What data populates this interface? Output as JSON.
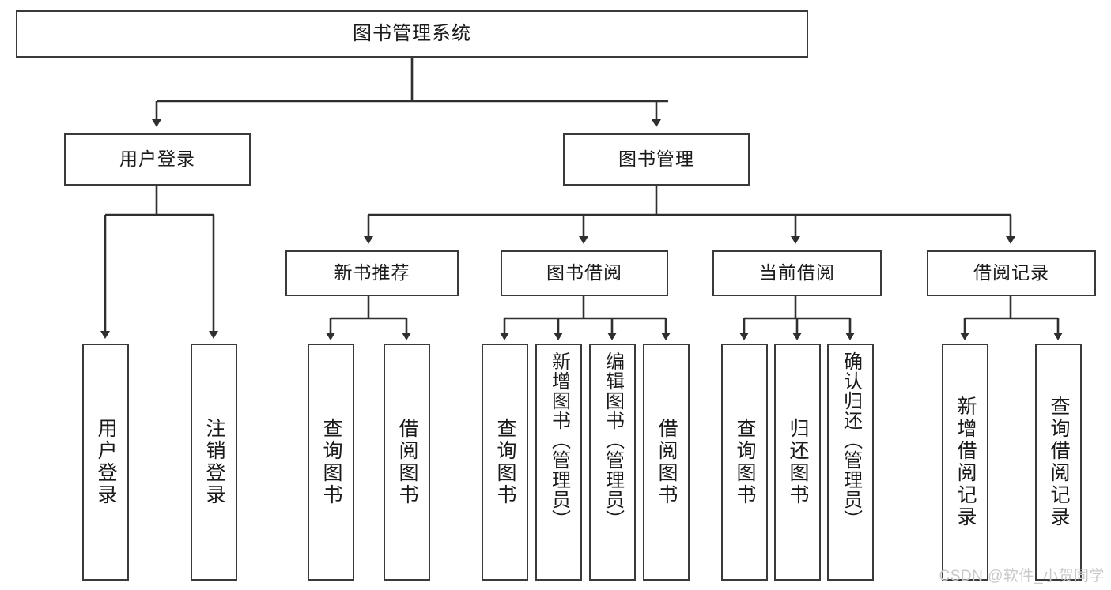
{
  "diagram": {
    "title": "图书管理系统",
    "type": "tree-hierarchy",
    "stroke_color": "#3a3a3a",
    "background_color": "#ffffff",
    "text_color": "#1a1a1a"
  },
  "nodes": {
    "root": {
      "label": "图书管理系统"
    },
    "level2": [
      {
        "id": "user-login",
        "label": "用户登录"
      },
      {
        "id": "book-management",
        "label": "图书管理"
      }
    ],
    "level3": [
      {
        "id": "new-book-recommend",
        "label": "新书推荐"
      },
      {
        "id": "book-borrow",
        "label": "图书借阅"
      },
      {
        "id": "current-borrow",
        "label": "当前借阅"
      },
      {
        "id": "borrow-record",
        "label": "借阅记录"
      }
    ],
    "leaves": {
      "user_login": [
        {
          "id": "leaf-user-login",
          "label": "用户登录"
        },
        {
          "id": "leaf-logout-login",
          "label": "注销登录"
        }
      ],
      "new_book_recommend": [
        {
          "id": "leaf-query-book-1",
          "label": "查询图书"
        },
        {
          "id": "leaf-borrow-book-1",
          "label": "借阅图书"
        }
      ],
      "book_borrow": [
        {
          "id": "leaf-query-book-2",
          "label": "查询图书"
        },
        {
          "id": "leaf-add-book",
          "label": "新增图书（管理员）"
        },
        {
          "id": "leaf-edit-book",
          "label": "编辑图书（管理员）"
        },
        {
          "id": "leaf-borrow-book-2",
          "label": "借阅图书"
        }
      ],
      "current_borrow": [
        {
          "id": "leaf-query-book-3",
          "label": "查询图书"
        },
        {
          "id": "leaf-return-book",
          "label": "归还图书"
        },
        {
          "id": "leaf-confirm-return",
          "label": "确认归还（管理员）"
        }
      ],
      "borrow_record": [
        {
          "id": "leaf-add-record",
          "label": "新增借阅记录"
        },
        {
          "id": "leaf-query-record",
          "label": "查询借阅记录"
        }
      ]
    }
  },
  "watermark": {
    "text": "CSDN @软件_小贺同学"
  }
}
